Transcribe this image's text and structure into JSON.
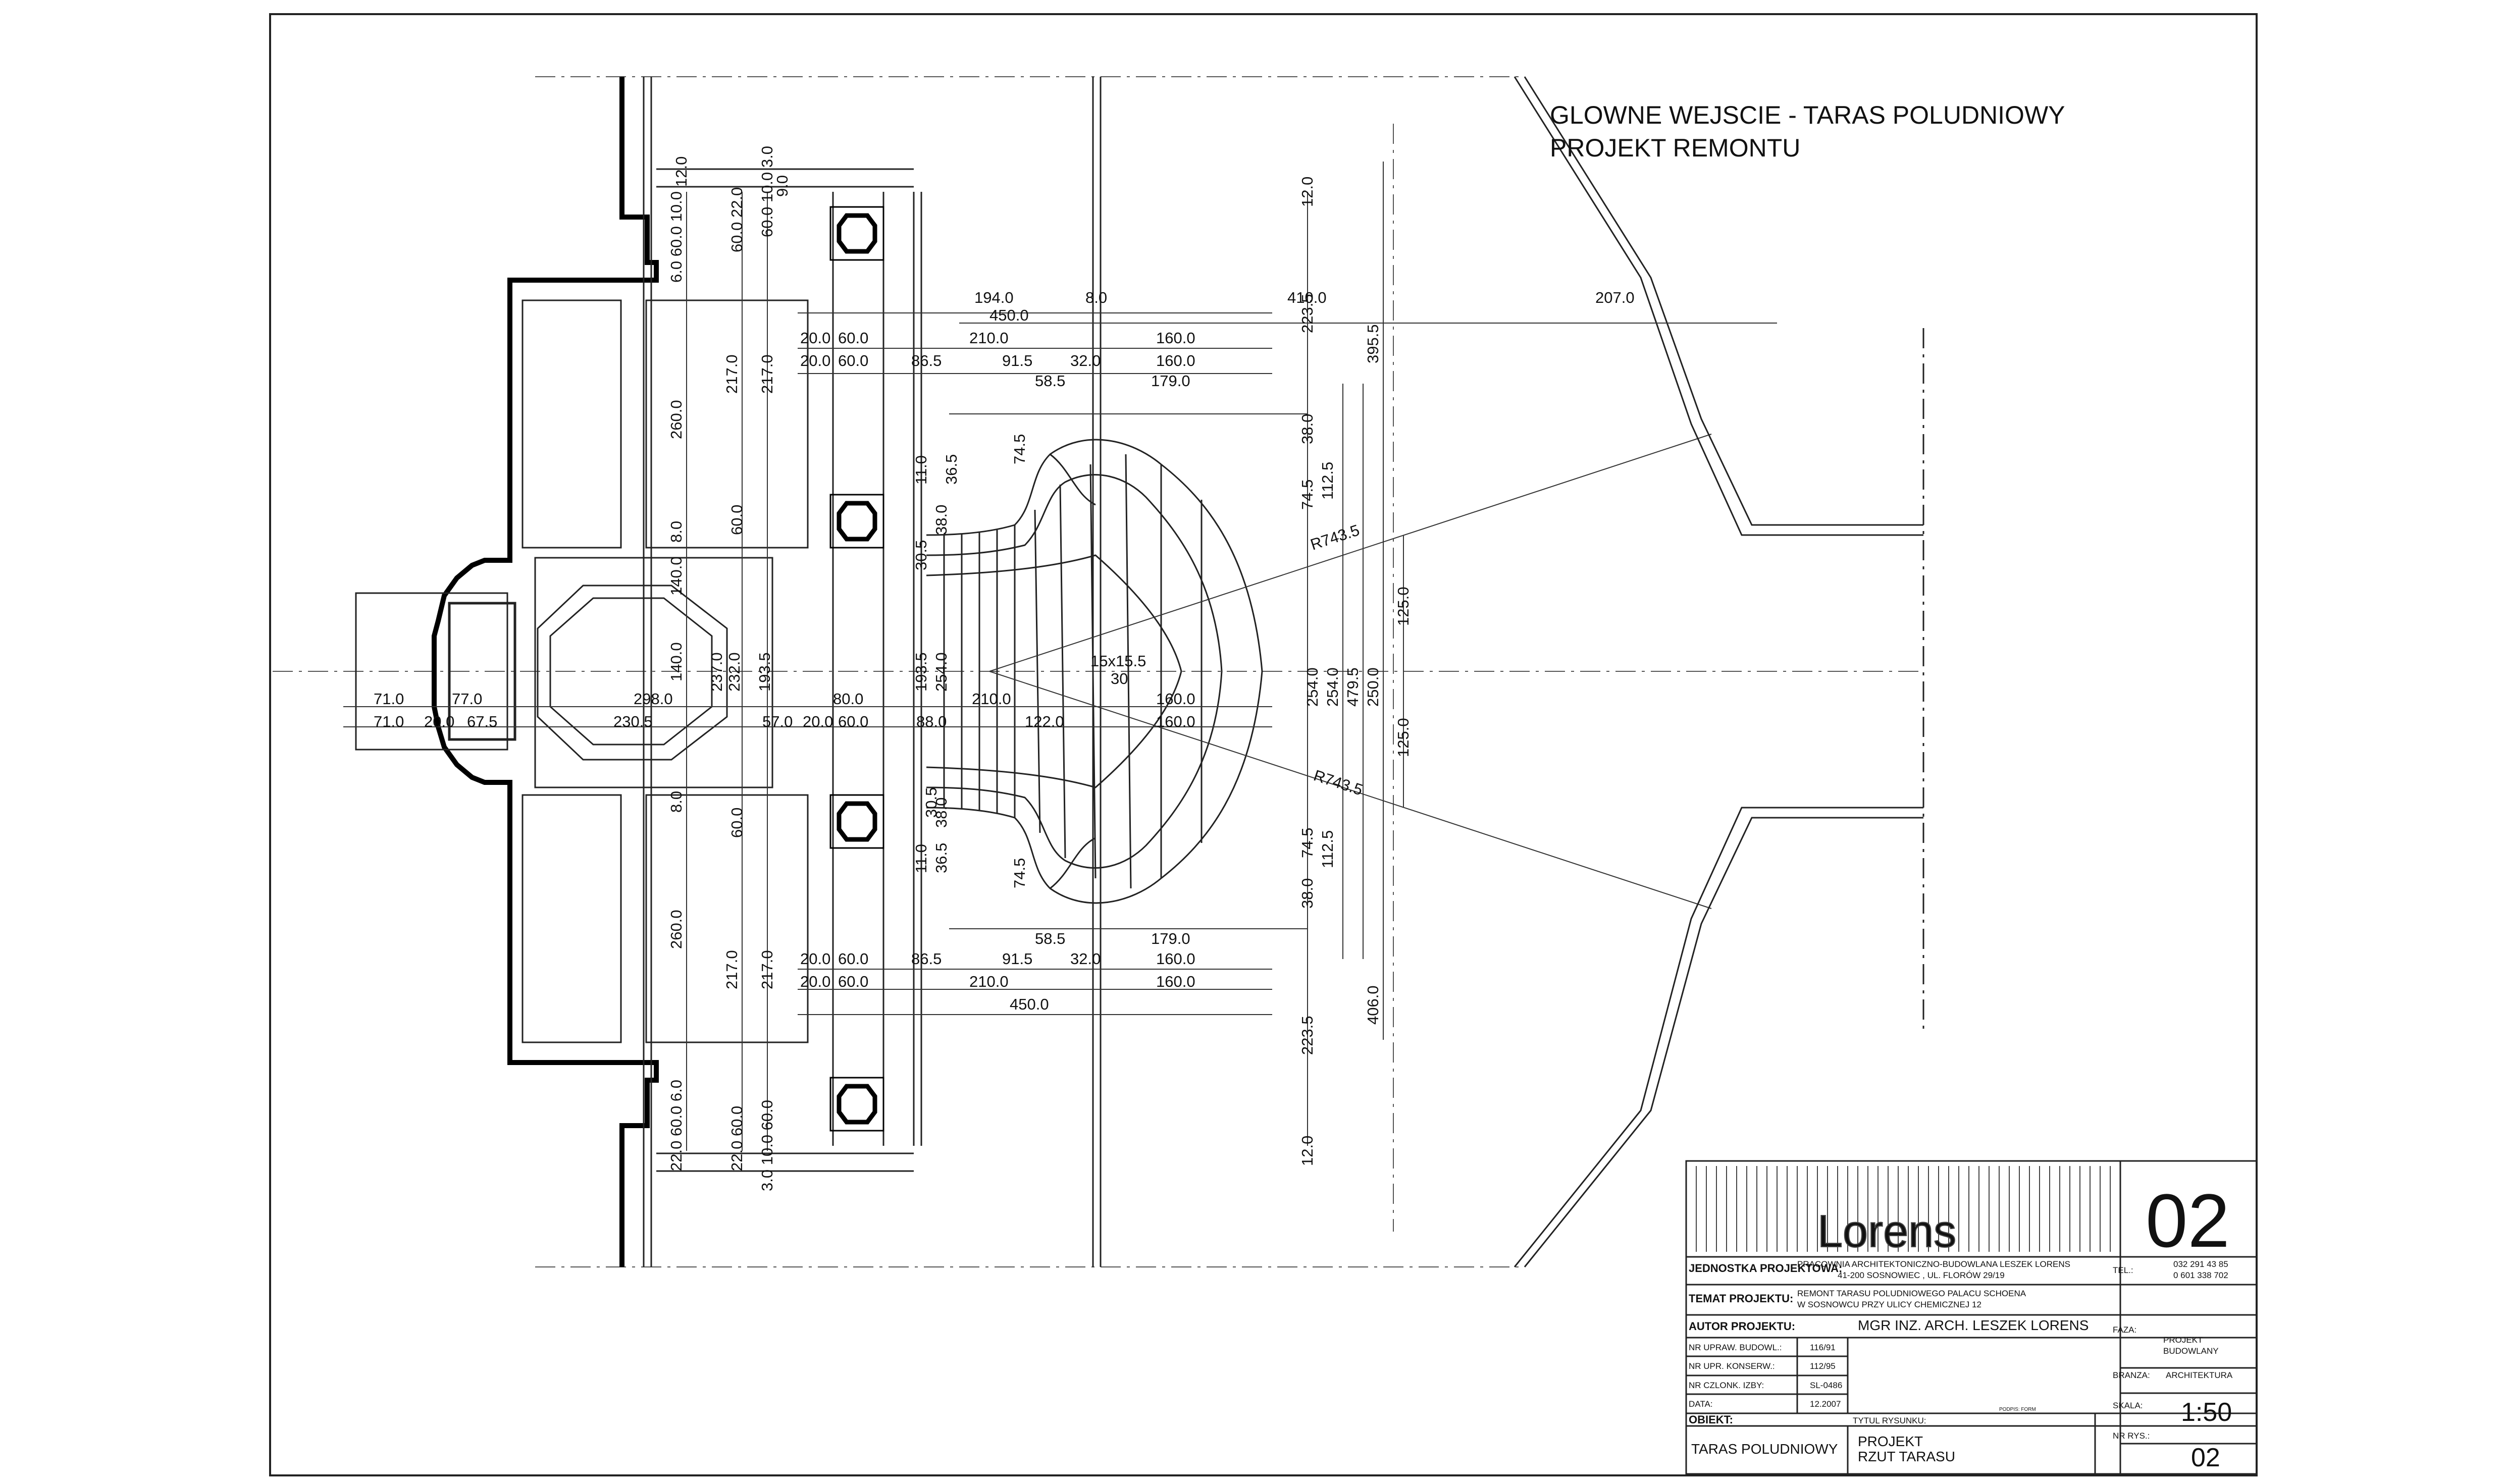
{
  "drawing": {
    "title_line1": "GLOWNE WEJSCIE - TARAS POLUDNIOWY",
    "title_line2": "PROJEKT REMONTU",
    "stair_label": "15x15.5",
    "stair_count": "30",
    "radius_upper": "R743.5",
    "radius_lower": "R743.5",
    "dims_top": {
      "d194": "194.0",
      "d450": "450.0",
      "d8": "8.0",
      "d410": "410.0",
      "d207": "207.0",
      "d20a": "20.0",
      "d60a": "60.0",
      "d210a": "210.0",
      "d160a": "160.0",
      "d20b": "20.0",
      "d60b": "60.0",
      "d865a": "86.5",
      "d915a": "91.5",
      "d32a": "32.0",
      "d160b": "160.0",
      "d585a": "58.5",
      "d179a": "179.0",
      "d3955": "395.5",
      "d2235a": "223.5",
      "d12a": "12.0"
    },
    "dims_mid": {
      "d71a": "71.0",
      "d77": "77.0",
      "d298": "298.0",
      "d80": "80.0",
      "d210c": "210.0",
      "d160c": "160.0",
      "d71b": "71.0",
      "d20c": "20.0",
      "d675": "67.5",
      "d2305": "230.5",
      "d57": "57.0",
      "d20d": "20.0",
      "d60c": "60.0",
      "d88": "88.0",
      "d122": "122.0",
      "d160d": "160.0",
      "d254a": "254.0",
      "d254b": "254.0",
      "d4795": "479.5",
      "d250": "250.0",
      "d125a": "125.0",
      "d125b": "125.0",
      "d745a": "74.5",
      "d1125a": "112.5",
      "d38a": "38.0",
      "d745b": "74.5",
      "d1125b": "112.5",
      "d38b": "38.0"
    },
    "dims_bottom": {
      "d585b": "58.5",
      "d179b": "179.0",
      "d20e": "20.0",
      "d60e": "60.0",
      "d865b": "86.5",
      "d915b": "91.5",
      "d32b": "32.0",
      "d160e": "160.0",
      "d20f": "20.0",
      "d60f": "60.0",
      "d210d": "210.0",
      "d160f": "160.0",
      "d450b": "450.0",
      "d2235b": "223.5",
      "d406": "406.0",
      "d12b": "12.0"
    },
    "dims_left": {
      "d260a": "260.0",
      "d217a": "217.0",
      "d217b": "217.0",
      "d260b": "260.0",
      "d217c": "217.0",
      "d217d": "217.0",
      "d140a": "140.0",
      "d140b": "140.0",
      "d237a": "237.0",
      "d237b": "232.0",
      "d1935a": "193.5",
      "d1935b": "193.5",
      "d254c": "254.0",
      "d60g": "60.0",
      "d60h": "60.0",
      "d8a": "8.0",
      "d8b": "8.0",
      "d745c": "74.5",
      "d745d": "74.5",
      "d11a": "11.0",
      "d11b": "11.0",
      "d365a": "36.5",
      "d365b": "36.5",
      "d305a": "30.5",
      "d305b": "30.5",
      "d38c": "38.0",
      "d38d": "38.0",
      "col1": "6.0 60.0 10.0",
      "col2": "60.0 22.0",
      "col3": "60.0 10.0 3.0",
      "col4": "22.0 60.0 6.0",
      "col5": "22.0 60.0",
      "col6": "3.0 10.0 60.0",
      "col7": "12.0",
      "col8": "9.0"
    }
  },
  "title_block": {
    "logo_text": "Lorens",
    "sheet_number_big": "02",
    "jednostka_label": "JEDNOSTKA PROJEKTOWA:",
    "firm_name": "PRACOWNIA ARCHITEKTONICZNO-BUDOWLANA  LESZEK LORENS",
    "firm_address": "41-200 SOSNOWIEC , UL. FLORÓW 29/19",
    "tel_label": "TEL.:",
    "tel1": "032 291 43 85",
    "tel2": "0 601 338 702",
    "temat_label": "TEMAT PROJEKTU:",
    "temat_line1": "REMONT TARASU POLUDNIOWEGO PALACU SCHOENA",
    "temat_line2": "W SOSNOWCU PRZY ULICY CHEMICZNEJ 12",
    "autor_label": "AUTOR PROJEKTU:",
    "autor_value": "MGR INZ. ARCH. LESZEK LORENS",
    "faza_label": "FAZA:",
    "faza_value1": "PROJEKT",
    "faza_value2": "BUDOWLANY",
    "nr_upraw_label": "NR UPRAW. BUDOWL.:",
    "nr_upraw_value": "116/91",
    "nr_konserw_label": "NR UPR. KONSERW.:",
    "nr_konserw_value": "112/95",
    "nr_czlonk_label": "NR CZLONK. IZBY:",
    "nr_czlonk_value": "SL-0486",
    "data_label": "DATA:",
    "data_value": "12.2007",
    "branza_label": "BRANZA:",
    "branza_value": "ARCHITEKTURA",
    "podpis_label": "PODPIS: FORM",
    "skala_label": "SKALA:",
    "skala_value": "1:50",
    "obiekt_label": "OBIEKT:",
    "obiekt_value": "TARAS POLUDNIOWY",
    "tytul_label": "TYTUL RYSUNKU:",
    "tytul_value1": "PROJEKT",
    "tytul_value2": "RZUT TARASU",
    "nr_rys_label": "NR RYS.:",
    "nr_rys_value": "02"
  }
}
